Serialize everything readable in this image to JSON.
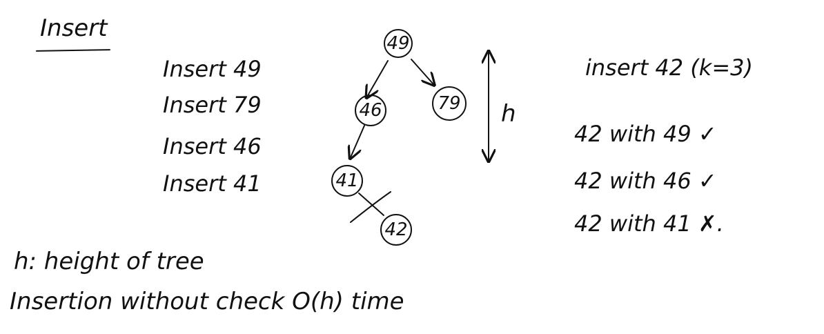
{
  "title": "Insert",
  "insert_steps": [
    "Insert 49",
    "Insert 79",
    "Insert 46",
    "Insert 41"
  ],
  "tree": {
    "nodes": [
      {
        "id": "n49",
        "label": "49"
      },
      {
        "id": "n46",
        "label": "46"
      },
      {
        "id": "n79",
        "label": "79"
      },
      {
        "id": "n41",
        "label": "41"
      },
      {
        "id": "n42",
        "label": "42"
      }
    ],
    "edges": [
      {
        "from": "n49",
        "to": "n46"
      },
      {
        "from": "n49",
        "to": "n79"
      },
      {
        "from": "n46",
        "to": "n41"
      },
      {
        "from": "n41",
        "to": "n42",
        "crossed": true
      }
    ],
    "height_label": "h"
  },
  "note": {
    "header": "insert 42  (k=3)",
    "comparisons": [
      "42 with 49 ✓",
      "42 with 46 ✓",
      "42 with 41 ✗."
    ]
  },
  "footer": {
    "definition": "h: height of tree",
    "complexity": "Insertion without check  O(h) time"
  }
}
